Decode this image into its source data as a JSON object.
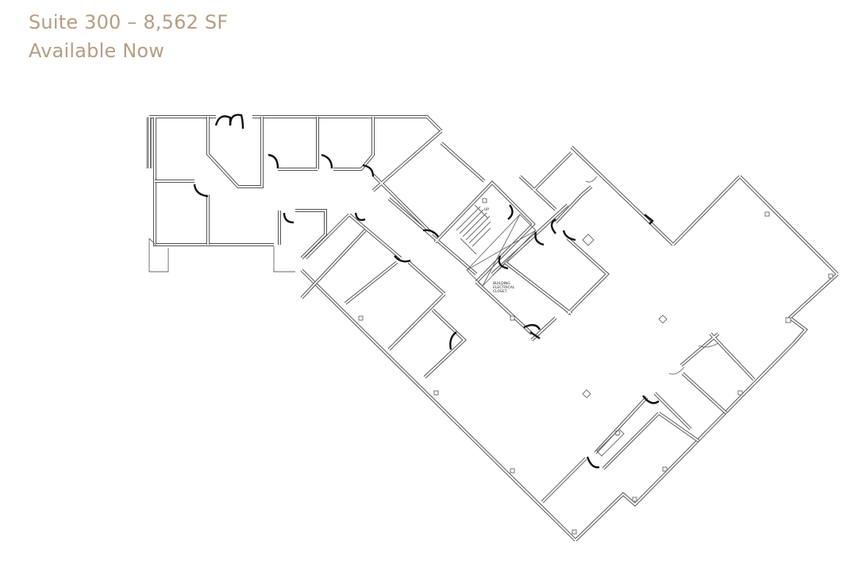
{
  "header": {
    "title": "Suite 300 – 8,562 SF",
    "subtitle": "Available Now",
    "color": "#b49e84"
  },
  "floorplan": {
    "labels": {
      "closet_line1": "BUILDING",
      "closet_line2": "ELECTRICAL",
      "closet_line3": "CLOSET",
      "stair_up": "UP"
    },
    "line_color": "#555555",
    "door_color": "#111111"
  }
}
